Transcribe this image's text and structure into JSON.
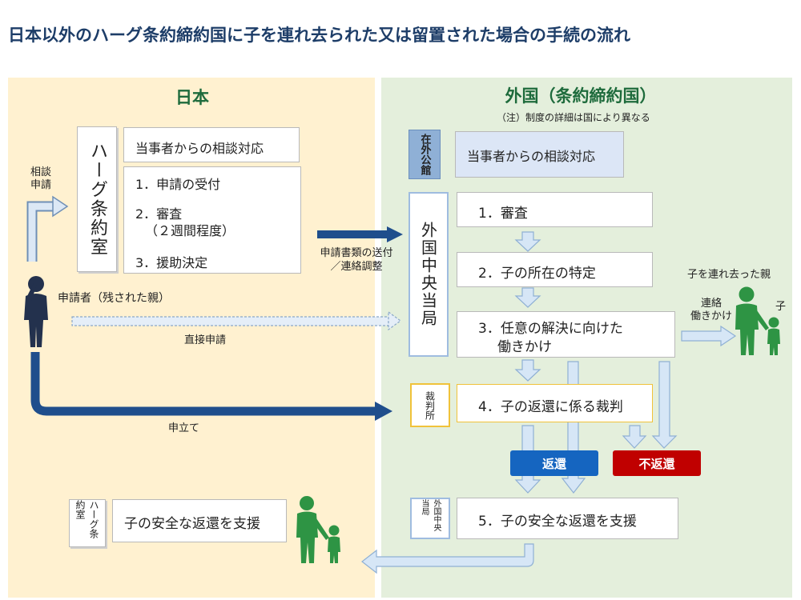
{
  "title": "日本以外のハーグ条約締約国に子を連れ去られた又は留置された場合の手続の流れ",
  "japan": {
    "heading": "日本",
    "hague_office": "ハーグ条約室",
    "consult": "当事者からの相談対応",
    "steps": [
      "1．申請の受付",
      "2．審査",
      "（２週間程度）",
      "3．援助決定"
    ],
    "consult_apply_label": "相談\n申請",
    "applicant_label": "申請者（残された親）",
    "direct_apply_label": "直接申請",
    "petition_label": "申立て",
    "support_office": "ハーグ条約室",
    "support_return": "子の安全な返還を支援"
  },
  "foreign": {
    "heading": "外国（条約締約国）",
    "note": "（注）制度の詳細は国により異なる",
    "embassy": "在外公館",
    "consult": "当事者からの相談対応",
    "central_authority": "外国中央当局",
    "steps": [
      "1．審査",
      "2．子の所在の特定",
      "3．任意の解決に向けた",
      "働きかけ"
    ],
    "court": "裁判所",
    "court_step": "4．子の返還に係る裁判",
    "return_badge": "返還",
    "no_return_badge": "不返還",
    "central_authority_small": "外国中央当局",
    "step5": "5．子の安全な返還を支援",
    "abductor_label": "子を連れ去った親",
    "child_label": "子",
    "contact_label": "連絡\n働きかけ"
  },
  "transfer_label": "申請書類の送付\n／連絡調整",
  "colors": {
    "title": "#1d3d68",
    "region_title": "#1e6b3c",
    "japan_bg": "#fff1d0",
    "foreign_bg": "#e4efdc",
    "navy_arrow": "#1f4e8c",
    "return_blue": "#1565c0",
    "no_return_red": "#c00000",
    "person_navy": "#23314d",
    "person_green": "#2e9444"
  }
}
